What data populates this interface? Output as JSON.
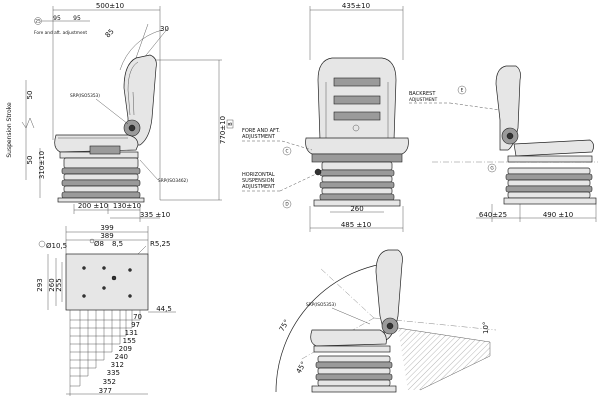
{
  "top_left": {
    "fore_aft_tag": "25",
    "dim_95a": "95",
    "dim_95b": "95",
    "fore_aft_label": "Fore and aft. adjustment",
    "dim_500": "500±10",
    "angle_85": "85",
    "angle_30": "30",
    "srp_top": "SRP(ISO5353)",
    "srp_bottom": "SRP(ISO3462)",
    "stroke_label": "Suspension Stroke",
    "dim_50_up": "50",
    "dim_50_down": "50",
    "dim_310": "310±10",
    "dim_770": "770±10",
    "tag_b": "B",
    "dim_200": "200 ±10",
    "dim_130": "130±10",
    "dim_335": "335 ±10"
  },
  "top_middle": {
    "dim_435": "435±10",
    "fore_aft_adj": "FORE AND AFT.\nADJUSTMENT",
    "fore_aft_tag": "C",
    "horizontal_adj": "HORIZONTAL\nSUSPENSION\nADJUSTMENT",
    "horizontal_tag": "D",
    "dim_260": "260",
    "dim_485": "485 ±10"
  },
  "top_right": {
    "backrest_label": "BACKREST",
    "backrest_sub": "ADJUSTMENT",
    "backrest_tag": "E",
    "tag_g": "G",
    "dim_640": "640±25",
    "dim_490": "490 ±10"
  },
  "bottom_left": {
    "dim_399": "399",
    "dim_389": "389",
    "dim_d105": "Ø10,5",
    "dim_d8": "Ø8",
    "dim_85": "8,5",
    "dim_r525": "R5,25",
    "dim_293": "293",
    "dim_260": "260",
    "dim_255": "255",
    "dim_445": "44,5",
    "ladder": [
      "70",
      "97",
      "131",
      "155",
      "209",
      "240",
      "312",
      "335",
      "352",
      "377"
    ]
  },
  "bottom_right": {
    "srp_label": "SRP(ISO5353)",
    "angle_75": "75°",
    "angle_45": "45°",
    "angle_10": "10°"
  }
}
